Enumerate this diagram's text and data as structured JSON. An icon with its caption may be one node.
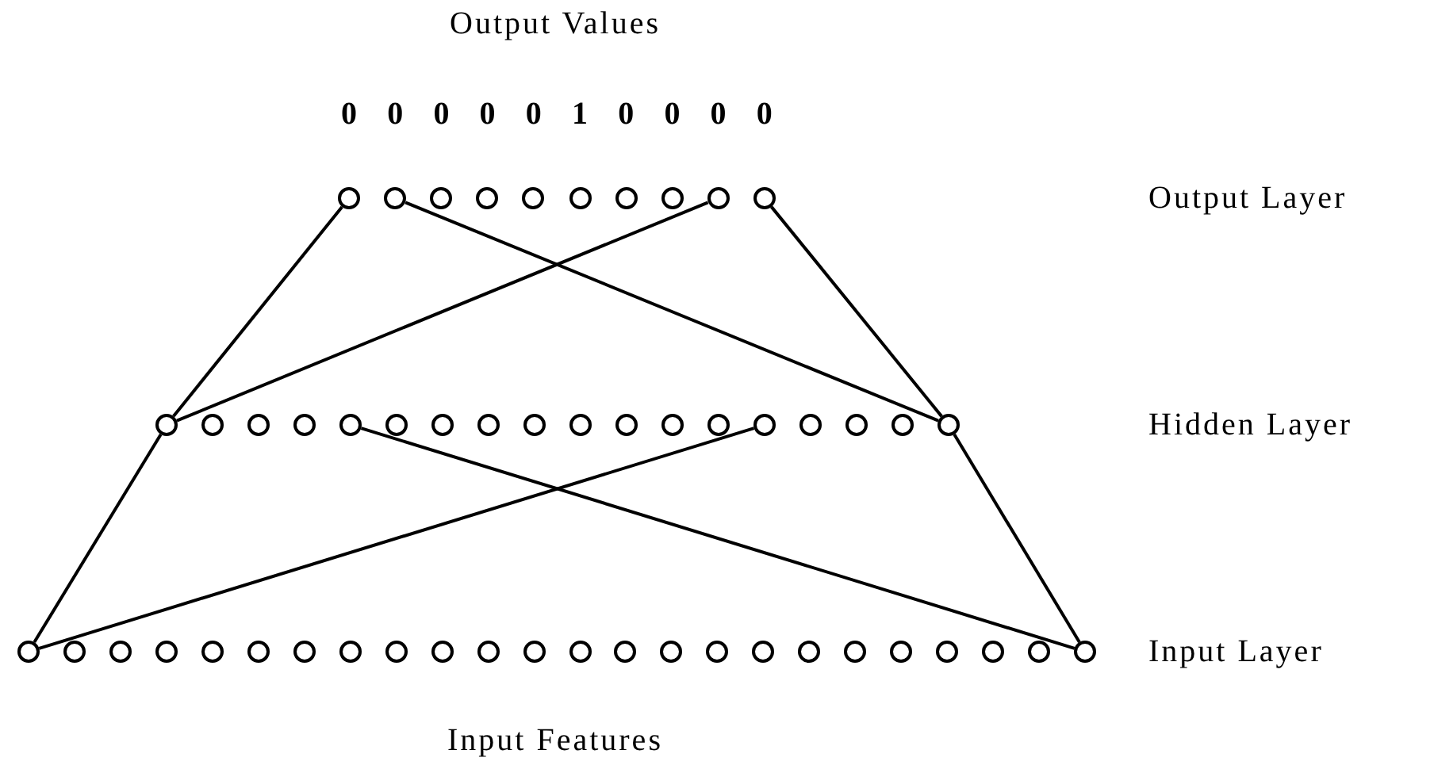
{
  "diagram": {
    "nodes": [
      {
        "text": [],
        "shape": "circle"
      },
      {
        "text": [],
        "shape": "circle"
      },
      {
        "text": [],
        "shape": "circle"
      },
      {
        "text": [],
        "shape": "circle"
      },
      {
        "text": [],
        "shape": "circle"
      },
      {
        "text": [],
        "shape": "circle"
      },
      {
        "text": [],
        "shape": "circle"
      },
      {
        "text": [],
        "shape": "circle"
      },
      {
        "text": [],
        "shape": "circle"
      },
      {
        "text": [],
        "shape": "circle"
      },
      {
        "text": [],
        "shape": "circle"
      },
      {
        "text": [],
        "shape": "circle"
      },
      {
        "text": [],
        "shape": "circle"
      },
      {
        "text": [],
        "shape": "circle"
      },
      {
        "text": [],
        "shape": "circle"
      },
      {
        "text": [],
        "shape": "circle"
      },
      {
        "text": [],
        "shape": "circle"
      },
      {
        "text": [],
        "shape": "circle"
      },
      {
        "text": [],
        "shape": "circle"
      },
      {
        "text": [],
        "shape": "circle"
      },
      {
        "text": [],
        "shape": "circle"
      },
      {
        "text": [],
        "shape": "circle"
      },
      {
        "text": [],
        "shape": "circle"
      },
      {
        "text": [],
        "shape": "circle"
      },
      {
        "text": [],
        "shape": "circle"
      },
      {
        "text": [],
        "shape": "circle"
      },
      {
        "text": [],
        "shape": "circle"
      },
      {
        "text": [],
        "shape": "circle"
      },
      {
        "text": [],
        "shape": "circle"
      },
      {
        "text": [],
        "shape": "circle"
      },
      {
        "text": [],
        "shape": "circle"
      },
      {
        "text": [],
        "shape": "circle"
      },
      {
        "text": [],
        "shape": "circle"
      },
      {
        "text": [],
        "shape": "circle"
      },
      {
        "text": [],
        "shape": "circle"
      },
      {
        "text": [],
        "shape": "circle"
      },
      {
        "text": [],
        "shape": "circle"
      },
      {
        "text": [],
        "shape": "circle"
      },
      {
        "text": [],
        "shape": "circle"
      },
      {
        "text": [],
        "shape": "circle"
      },
      {
        "text": [],
        "shape": "circle"
      },
      {
        "text": [],
        "shape": "circle"
      },
      {
        "text": [],
        "shape": "circle"
      },
      {
        "text": [],
        "shape": "circle"
      },
      {
        "text": [],
        "shape": "circle"
      },
      {
        "text": [],
        "shape": "circle"
      },
      {
        "text": [],
        "shape": "circle"
      },
      {
        "text": [],
        "shape": "circle"
      },
      {
        "text": [],
        "shape": "circle"
      },
      {
        "text": [],
        "shape": "circle"
      },
      {
        "text": [],
        "shape": "circle"
      },
      {
        "text": [],
        "shape": "circle"
      }
    ],
    "edges": [
      {
        "from": 0,
        "to": 10,
        "arrow": "none"
      },
      {
        "from": 1,
        "to": 27,
        "arrow": "none"
      },
      {
        "from": 8,
        "to": 10,
        "arrow": "none"
      },
      {
        "from": 9,
        "to": 27,
        "arrow": "none"
      },
      {
        "from": 10,
        "to": 28,
        "arrow": "none"
      },
      {
        "from": 14,
        "to": 51,
        "arrow": "none"
      },
      {
        "from": 23,
        "to": 28,
        "arrow": "none"
      },
      {
        "from": 27,
        "to": 51,
        "arrow": "none"
      }
    ],
    "labels": [
      "Output Values",
      "0",
      "0",
      "0",
      "0",
      "0",
      "1",
      "0",
      "0",
      "0",
      "0",
      "Output Layer",
      "Hidden Layer",
      "Input Layer",
      "Input Features"
    ]
  }
}
